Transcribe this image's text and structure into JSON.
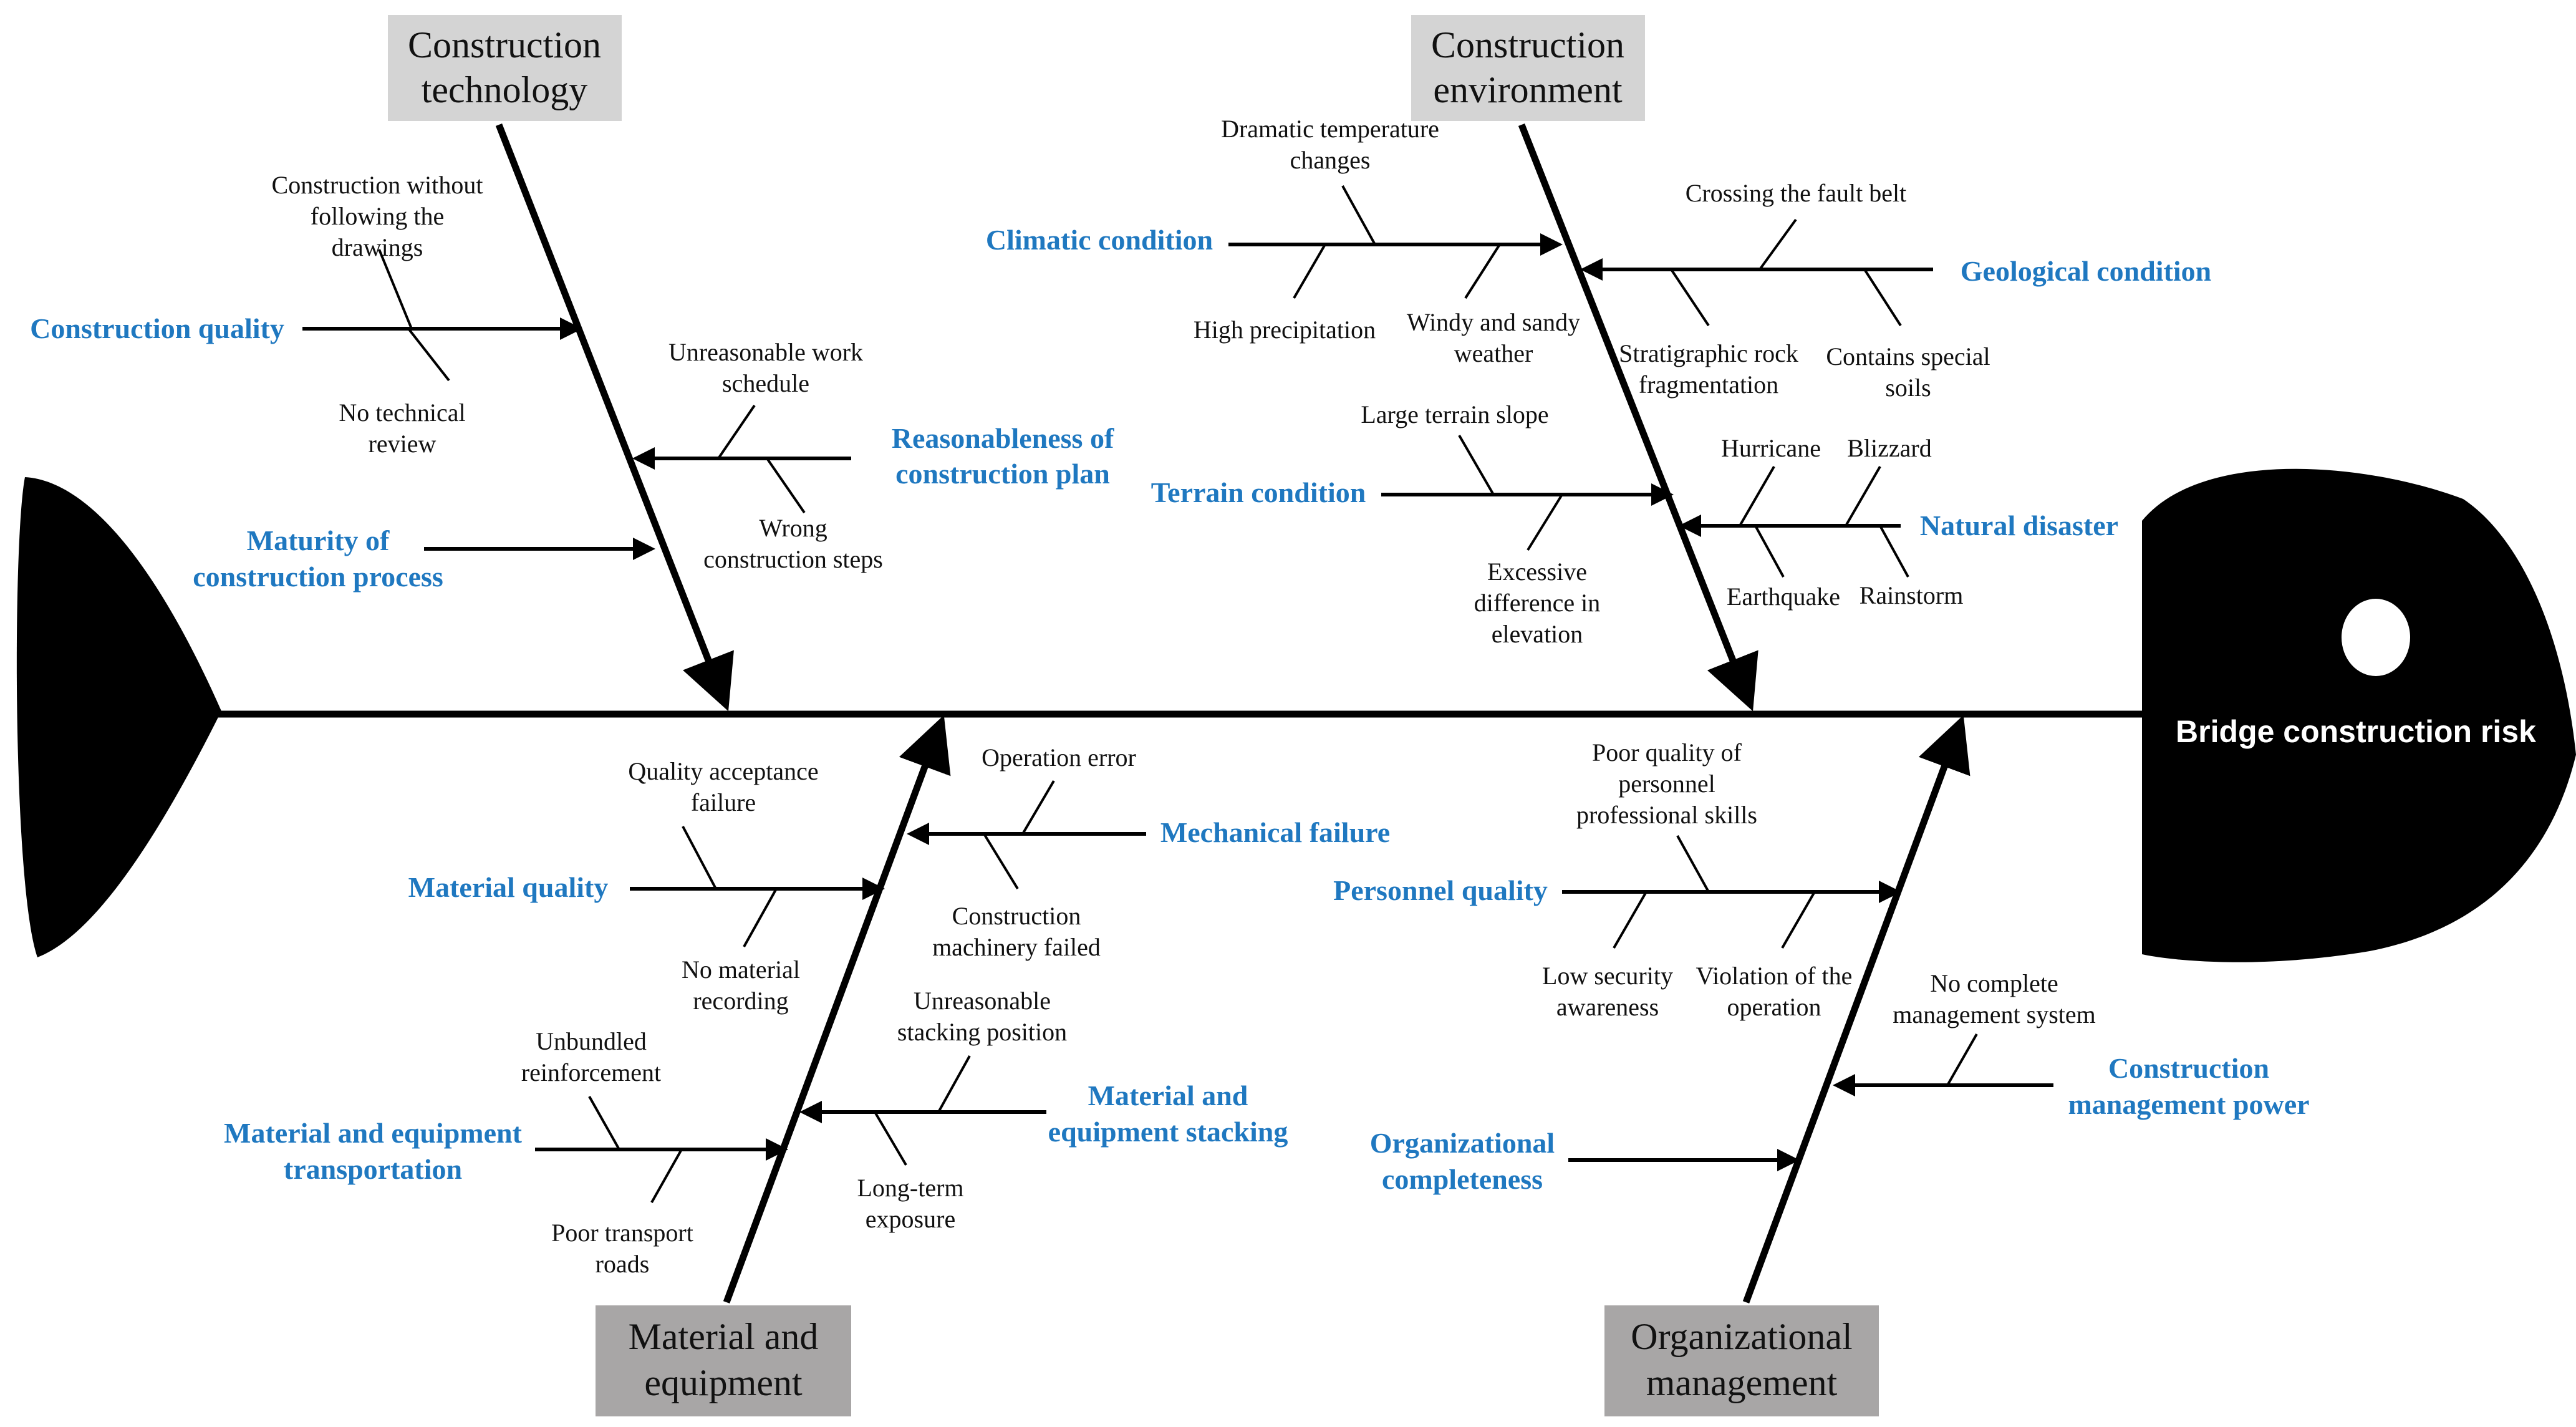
{
  "diagram": {
    "effect": "Bridge construction risk",
    "categories": {
      "construction_technology": [
        "Construction",
        "technology"
      ],
      "construction_environment": [
        "Construction",
        "environment"
      ],
      "material_equipment": [
        "Material and",
        "equipment"
      ],
      "organizational_management": [
        "Organizational",
        "management"
      ]
    },
    "causes": {
      "construction_quality": [
        "Construction quality"
      ],
      "maturity_process": [
        "Maturity of",
        "construction process"
      ],
      "reasonableness_plan": [
        "Reasonableness of",
        "construction plan"
      ],
      "climatic_condition": [
        "Climatic condition"
      ],
      "geological_condition": [
        "Geological condition"
      ],
      "terrain_condition": [
        "Terrain condition"
      ],
      "natural_disaster": [
        "Natural disaster"
      ],
      "material_quality": [
        "Material quality"
      ],
      "mechanical_failure": [
        "Mechanical failure"
      ],
      "material_transportation": [
        "Material and equipment",
        "transportation"
      ],
      "material_stacking": [
        "Material and",
        "equipment stacking"
      ],
      "personnel_quality": [
        "Personnel quality"
      ],
      "management_power": [
        "Construction",
        "management power"
      ],
      "organizational_completeness": [
        "Organizational",
        "completeness"
      ]
    },
    "sub_causes": {
      "without_drawings": [
        "Construction without",
        "following the",
        "drawings"
      ],
      "no_technical_review": [
        "No technical",
        "review"
      ],
      "unreasonable_schedule": [
        "Unreasonable work",
        "schedule"
      ],
      "wrong_steps": [
        "Wrong",
        "construction steps"
      ],
      "temperature_changes": [
        "Dramatic temperature",
        "changes"
      ],
      "high_precipitation": [
        "High precipitation"
      ],
      "windy_sandy": [
        "Windy and sandy",
        "weather"
      ],
      "fault_belt": [
        "Crossing the fault belt"
      ],
      "rock_fragmentation": [
        "Stratigraphic rock",
        "fragmentation"
      ],
      "special_soils": [
        "Contains special",
        "soils"
      ],
      "terrain_slope": [
        "Large terrain slope"
      ],
      "elevation_difference": [
        "Excessive",
        "difference in",
        "elevation"
      ],
      "hurricane": [
        "Hurricane"
      ],
      "blizzard": [
        "Blizzard"
      ],
      "earthquake": [
        "Earthquake"
      ],
      "rainstorm": [
        "Rainstorm"
      ],
      "acceptance_failure": [
        "Quality acceptance",
        "failure"
      ],
      "no_material_recording": [
        "No material",
        "recording"
      ],
      "operation_error": [
        "Operation error"
      ],
      "machinery_failed": [
        "Construction",
        "machinery failed"
      ],
      "unbundled_reinforcement": [
        "Unbundled",
        "reinforcement"
      ],
      "poor_roads": [
        "Poor transport",
        "roads"
      ],
      "stacking_position": [
        "Unreasonable",
        "stacking position"
      ],
      "long_term_exposure": [
        "Long-term",
        "exposure"
      ],
      "poor_skills": [
        "Poor quality of",
        "personnel",
        "professional skills"
      ],
      "low_security": [
        "Low security",
        "awareness"
      ],
      "violation_operation": [
        "Violation of the",
        "operation"
      ],
      "no_management_system": [
        "No complete",
        "management system"
      ]
    },
    "colors": {
      "cause_text": "#1f78c0",
      "category_box_top": "#d4d4d4",
      "category_box_bottom": "#a8a6a6",
      "fish": "#000000"
    }
  }
}
